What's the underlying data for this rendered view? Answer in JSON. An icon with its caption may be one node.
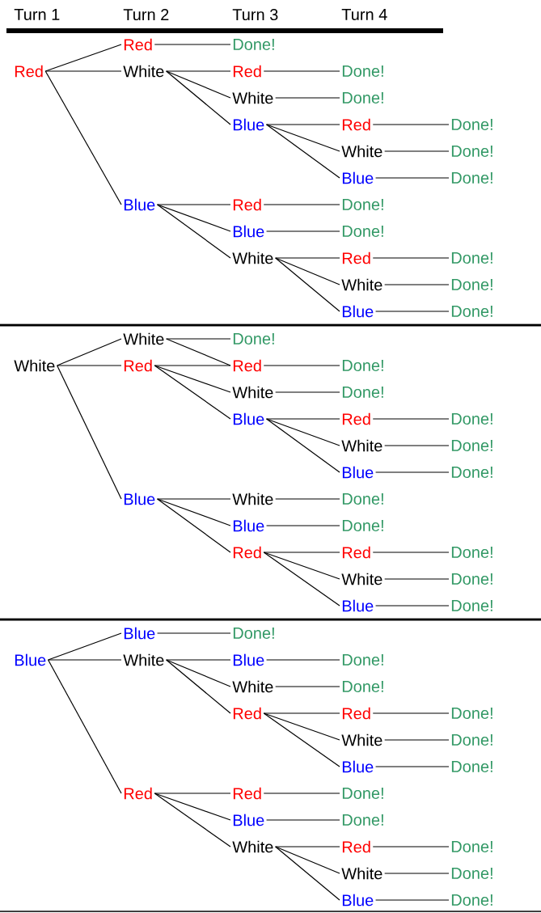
{
  "diagram": {
    "nodes": [
      {
        "text": [
          "Red"
        ]
      },
      {
        "text": [
          "Red"
        ]
      },
      {
        "text": [
          "Done!"
        ]
      },
      {
        "text": [
          "White"
        ]
      },
      {
        "text": [
          "Red"
        ]
      },
      {
        "text": [
          "Done!"
        ]
      },
      {
        "text": [
          "White"
        ]
      },
      {
        "text": [
          "Done!"
        ]
      },
      {
        "text": [
          "Blue"
        ]
      },
      {
        "text": [
          "Red"
        ]
      },
      {
        "text": [
          "Done!"
        ]
      },
      {
        "text": [
          "White"
        ]
      },
      {
        "text": [
          "Done!"
        ]
      },
      {
        "text": [
          "Blue"
        ]
      },
      {
        "text": [
          "Done!"
        ]
      },
      {
        "text": [
          "Blue"
        ]
      },
      {
        "text": [
          "Red"
        ]
      },
      {
        "text": [
          "Done!"
        ]
      },
      {
        "text": [
          "Blue"
        ]
      },
      {
        "text": [
          "Done!"
        ]
      },
      {
        "text": [
          "White"
        ]
      },
      {
        "text": [
          "Red"
        ]
      },
      {
        "text": [
          "Done!"
        ]
      },
      {
        "text": [
          "White"
        ]
      },
      {
        "text": [
          "Done!"
        ]
      },
      {
        "text": [
          "Blue"
        ]
      },
      {
        "text": [
          "Done!"
        ]
      },
      {
        "text": [
          "White"
        ]
      },
      {
        "text": [
          "White"
        ]
      },
      {
        "text": [
          "Done!"
        ]
      },
      {
        "text": [
          "Red"
        ]
      },
      {
        "text": [
          "Red"
        ]
      },
      {
        "text": [
          "Done!"
        ]
      },
      {
        "text": [
          "White"
        ]
      },
      {
        "text": [
          "Done!"
        ]
      },
      {
        "text": [
          "Blue"
        ]
      },
      {
        "text": [
          "Red"
        ]
      },
      {
        "text": [
          "Done!"
        ]
      },
      {
        "text": [
          "White"
        ]
      },
      {
        "text": [
          "Done!"
        ]
      },
      {
        "text": [
          "Blue"
        ]
      },
      {
        "text": [
          "Done!"
        ]
      },
      {
        "text": [
          "Blue"
        ]
      },
      {
        "text": [
          "White"
        ]
      },
      {
        "text": [
          "Done!"
        ]
      },
      {
        "text": [
          "Blue"
        ]
      },
      {
        "text": [
          "Done!"
        ]
      },
      {
        "text": [
          "Red"
        ]
      },
      {
        "text": [
          "Red"
        ]
      },
      {
        "text": [
          "Done!"
        ]
      },
      {
        "text": [
          "White"
        ]
      },
      {
        "text": [
          "Done!"
        ]
      },
      {
        "text": [
          "Blue"
        ]
      },
      {
        "text": [
          "Done!"
        ]
      },
      {
        "text": [
          "Blue"
        ]
      },
      {
        "text": [
          "Blue"
        ]
      },
      {
        "text": [
          "Done!"
        ]
      },
      {
        "text": [
          "White"
        ]
      },
      {
        "text": [
          "Blue"
        ]
      },
      {
        "text": [
          "Done!"
        ]
      },
      {
        "text": [
          "White"
        ]
      },
      {
        "text": [
          "Done!"
        ]
      },
      {
        "text": [
          "Red"
        ]
      },
      {
        "text": [
          "Red"
        ]
      },
      {
        "text": [
          "Done!"
        ]
      },
      {
        "text": [
          "White"
        ]
      },
      {
        "text": [
          "Done!"
        ]
      },
      {
        "text": [
          "Blue"
        ]
      },
      {
        "text": [
          "Done!"
        ]
      },
      {
        "text": [
          "Red"
        ]
      },
      {
        "text": [
          "Red"
        ]
      },
      {
        "text": [
          "Done!"
        ]
      },
      {
        "text": [
          "Blue"
        ]
      },
      {
        "text": [
          "Done!"
        ]
      },
      {
        "text": [
          "White"
        ]
      },
      {
        "text": [
          "Red"
        ]
      },
      {
        "text": [
          "Done!"
        ]
      },
      {
        "text": [
          "White"
        ]
      },
      {
        "text": [
          "Done!"
        ]
      },
      {
        "text": [
          "Blue"
        ]
      },
      {
        "text": [
          "Done!"
        ]
      }
    ],
    "edges": [
      {
        "from": 0,
        "to": 1,
        "arrow": "none"
      },
      {
        "from": 0,
        "to": 3,
        "arrow": "none"
      },
      {
        "from": 0,
        "to": 15,
        "arrow": "none"
      },
      {
        "from": 1,
        "to": 2,
        "arrow": "none"
      },
      {
        "from": 3,
        "to": 4,
        "arrow": "none"
      },
      {
        "from": 4,
        "to": 5,
        "arrow": "none"
      },
      {
        "from": 3,
        "to": 6,
        "arrow": "none"
      },
      {
        "from": 6,
        "to": 7,
        "arrow": "none"
      },
      {
        "from": 3,
        "to": 8,
        "arrow": "none"
      },
      {
        "from": 8,
        "to": 9,
        "arrow": "none"
      },
      {
        "from": 9,
        "to": 10,
        "arrow": "none"
      },
      {
        "from": 8,
        "to": 11,
        "arrow": "none"
      },
      {
        "from": 11,
        "to": 12,
        "arrow": "none"
      },
      {
        "from": 8,
        "to": 13,
        "arrow": "none"
      },
      {
        "from": 13,
        "to": 14,
        "arrow": "none"
      },
      {
        "from": 15,
        "to": 16,
        "arrow": "none"
      },
      {
        "from": 16,
        "to": 17,
        "arrow": "none"
      },
      {
        "from": 15,
        "to": 18,
        "arrow": "none"
      },
      {
        "from": 18,
        "to": 19,
        "arrow": "none"
      },
      {
        "from": 15,
        "to": 20,
        "arrow": "none"
      },
      {
        "from": 20,
        "to": 21,
        "arrow": "none"
      },
      {
        "from": 21,
        "to": 22,
        "arrow": "none"
      },
      {
        "from": 20,
        "to": 23,
        "arrow": "none"
      },
      {
        "from": 23,
        "to": 24,
        "arrow": "none"
      },
      {
        "from": 20,
        "to": 25,
        "arrow": "none"
      },
      {
        "from": 25,
        "to": 26,
        "arrow": "none"
      },
      {
        "from": 27,
        "to": 28,
        "arrow": "none"
      },
      {
        "from": 27,
        "to": 30,
        "arrow": "none"
      },
      {
        "from": 27,
        "to": 42,
        "arrow": "none"
      },
      {
        "from": 28,
        "to": 29,
        "arrow": "none"
      },
      {
        "from": 28,
        "to": 31,
        "arrow": "none"
      },
      {
        "from": 30,
        "to": 31,
        "arrow": "none"
      },
      {
        "from": 31,
        "to": 32,
        "arrow": "none"
      },
      {
        "from": 30,
        "to": 33,
        "arrow": "none"
      },
      {
        "from": 33,
        "to": 34,
        "arrow": "none"
      },
      {
        "from": 30,
        "to": 35,
        "arrow": "none"
      },
      {
        "from": 35,
        "to": 36,
        "arrow": "none"
      },
      {
        "from": 36,
        "to": 37,
        "arrow": "none"
      },
      {
        "from": 35,
        "to": 38,
        "arrow": "none"
      },
      {
        "from": 38,
        "to": 39,
        "arrow": "none"
      },
      {
        "from": 35,
        "to": 40,
        "arrow": "none"
      },
      {
        "from": 40,
        "to": 41,
        "arrow": "none"
      },
      {
        "from": 42,
        "to": 43,
        "arrow": "none"
      },
      {
        "from": 43,
        "to": 44,
        "arrow": "none"
      },
      {
        "from": 42,
        "to": 45,
        "arrow": "none"
      },
      {
        "from": 45,
        "to": 46,
        "arrow": "none"
      },
      {
        "from": 42,
        "to": 47,
        "arrow": "none"
      },
      {
        "from": 47,
        "to": 48,
        "arrow": "none"
      },
      {
        "from": 48,
        "to": 49,
        "arrow": "none"
      },
      {
        "from": 47,
        "to": 50,
        "arrow": "none"
      },
      {
        "from": 50,
        "to": 51,
        "arrow": "none"
      },
      {
        "from": 47,
        "to": 52,
        "arrow": "none"
      },
      {
        "from": 52,
        "to": 53,
        "arrow": "none"
      },
      {
        "from": 54,
        "to": 55,
        "arrow": "none"
      },
      {
        "from": 54,
        "to": 57,
        "arrow": "none"
      },
      {
        "from": 54,
        "to": 69,
        "arrow": "none"
      },
      {
        "from": 55,
        "to": 56,
        "arrow": "none"
      },
      {
        "from": 57,
        "to": 58,
        "arrow": "none"
      },
      {
        "from": 58,
        "to": 59,
        "arrow": "none"
      },
      {
        "from": 57,
        "to": 60,
        "arrow": "none"
      },
      {
        "from": 60,
        "to": 61,
        "arrow": "none"
      },
      {
        "from": 57,
        "to": 62,
        "arrow": "none"
      },
      {
        "from": 62,
        "to": 63,
        "arrow": "none"
      },
      {
        "from": 63,
        "to": 64,
        "arrow": "none"
      },
      {
        "from": 62,
        "to": 65,
        "arrow": "none"
      },
      {
        "from": 65,
        "to": 66,
        "arrow": "none"
      },
      {
        "from": 62,
        "to": 67,
        "arrow": "none"
      },
      {
        "from": 67,
        "to": 68,
        "arrow": "none"
      },
      {
        "from": 69,
        "to": 70,
        "arrow": "none"
      },
      {
        "from": 70,
        "to": 71,
        "arrow": "none"
      },
      {
        "from": 69,
        "to": 72,
        "arrow": "none"
      },
      {
        "from": 72,
        "to": 73,
        "arrow": "none"
      },
      {
        "from": 69,
        "to": 74,
        "arrow": "none"
      },
      {
        "from": 74,
        "to": 75,
        "arrow": "none"
      },
      {
        "from": 75,
        "to": 76,
        "arrow": "none"
      },
      {
        "from": 74,
        "to": 77,
        "arrow": "none"
      },
      {
        "from": 77,
        "to": 78,
        "arrow": "none"
      },
      {
        "from": 74,
        "to": 79,
        "arrow": "none"
      },
      {
        "from": 79,
        "to": 80,
        "arrow": "none"
      }
    ],
    "labels": [
      "Turn 1",
      "Turn 2",
      "Turn 3",
      "Turn 4"
    ]
  }
}
